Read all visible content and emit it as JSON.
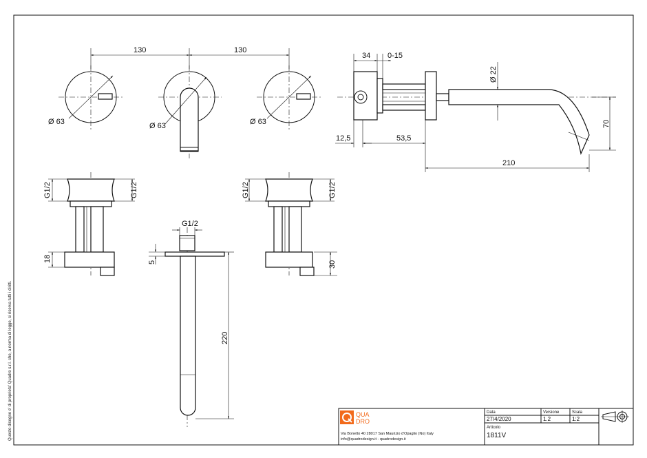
{
  "dimensions": {
    "spacing_left": "130",
    "spacing_right": "130",
    "diameter_left": "Ø 63",
    "diameter_center": "Ø 63",
    "diameter_right": "Ø 63",
    "side_34": "34",
    "side_0_15": "0-15",
    "side_dia22": "Ø 22",
    "side_70": "70",
    "side_12_5": "12,5",
    "side_53_5": "53,5",
    "side_210": "210",
    "thread_left_a": "G1/2",
    "thread_left_b": "G1/2",
    "thread_right_a": "G1/2",
    "thread_right_b": "G1/2",
    "thread_center": "G1/2",
    "dim_18": "18",
    "dim_5": "5",
    "dim_30": "30",
    "dim_220": "220"
  },
  "legal_note": "Questo disegno e' di proprieta' Quadro s.r.l. che, a norma di legge, si riserva tutti i diritti.",
  "brand": {
    "logo_line1": "QUA",
    "logo_line2": "DRO",
    "logo_color": "#f26a1b",
    "address": "Via Bonetto 40  28017 San Maurizio d'Opaglio (No) Italy",
    "contact": "info@quadrodesign.it  -  quadrodesign.it"
  },
  "title_block": {
    "data_label": "Data",
    "data_value": "27/4/2020",
    "versione_label": "Versione",
    "versione_value": "1.2",
    "scala_label": "Scala",
    "scala_value": "1:2",
    "articolo_label": "Articolo",
    "articolo_value": "1811V"
  },
  "projection_symbol": "first-angle-projection-icon"
}
